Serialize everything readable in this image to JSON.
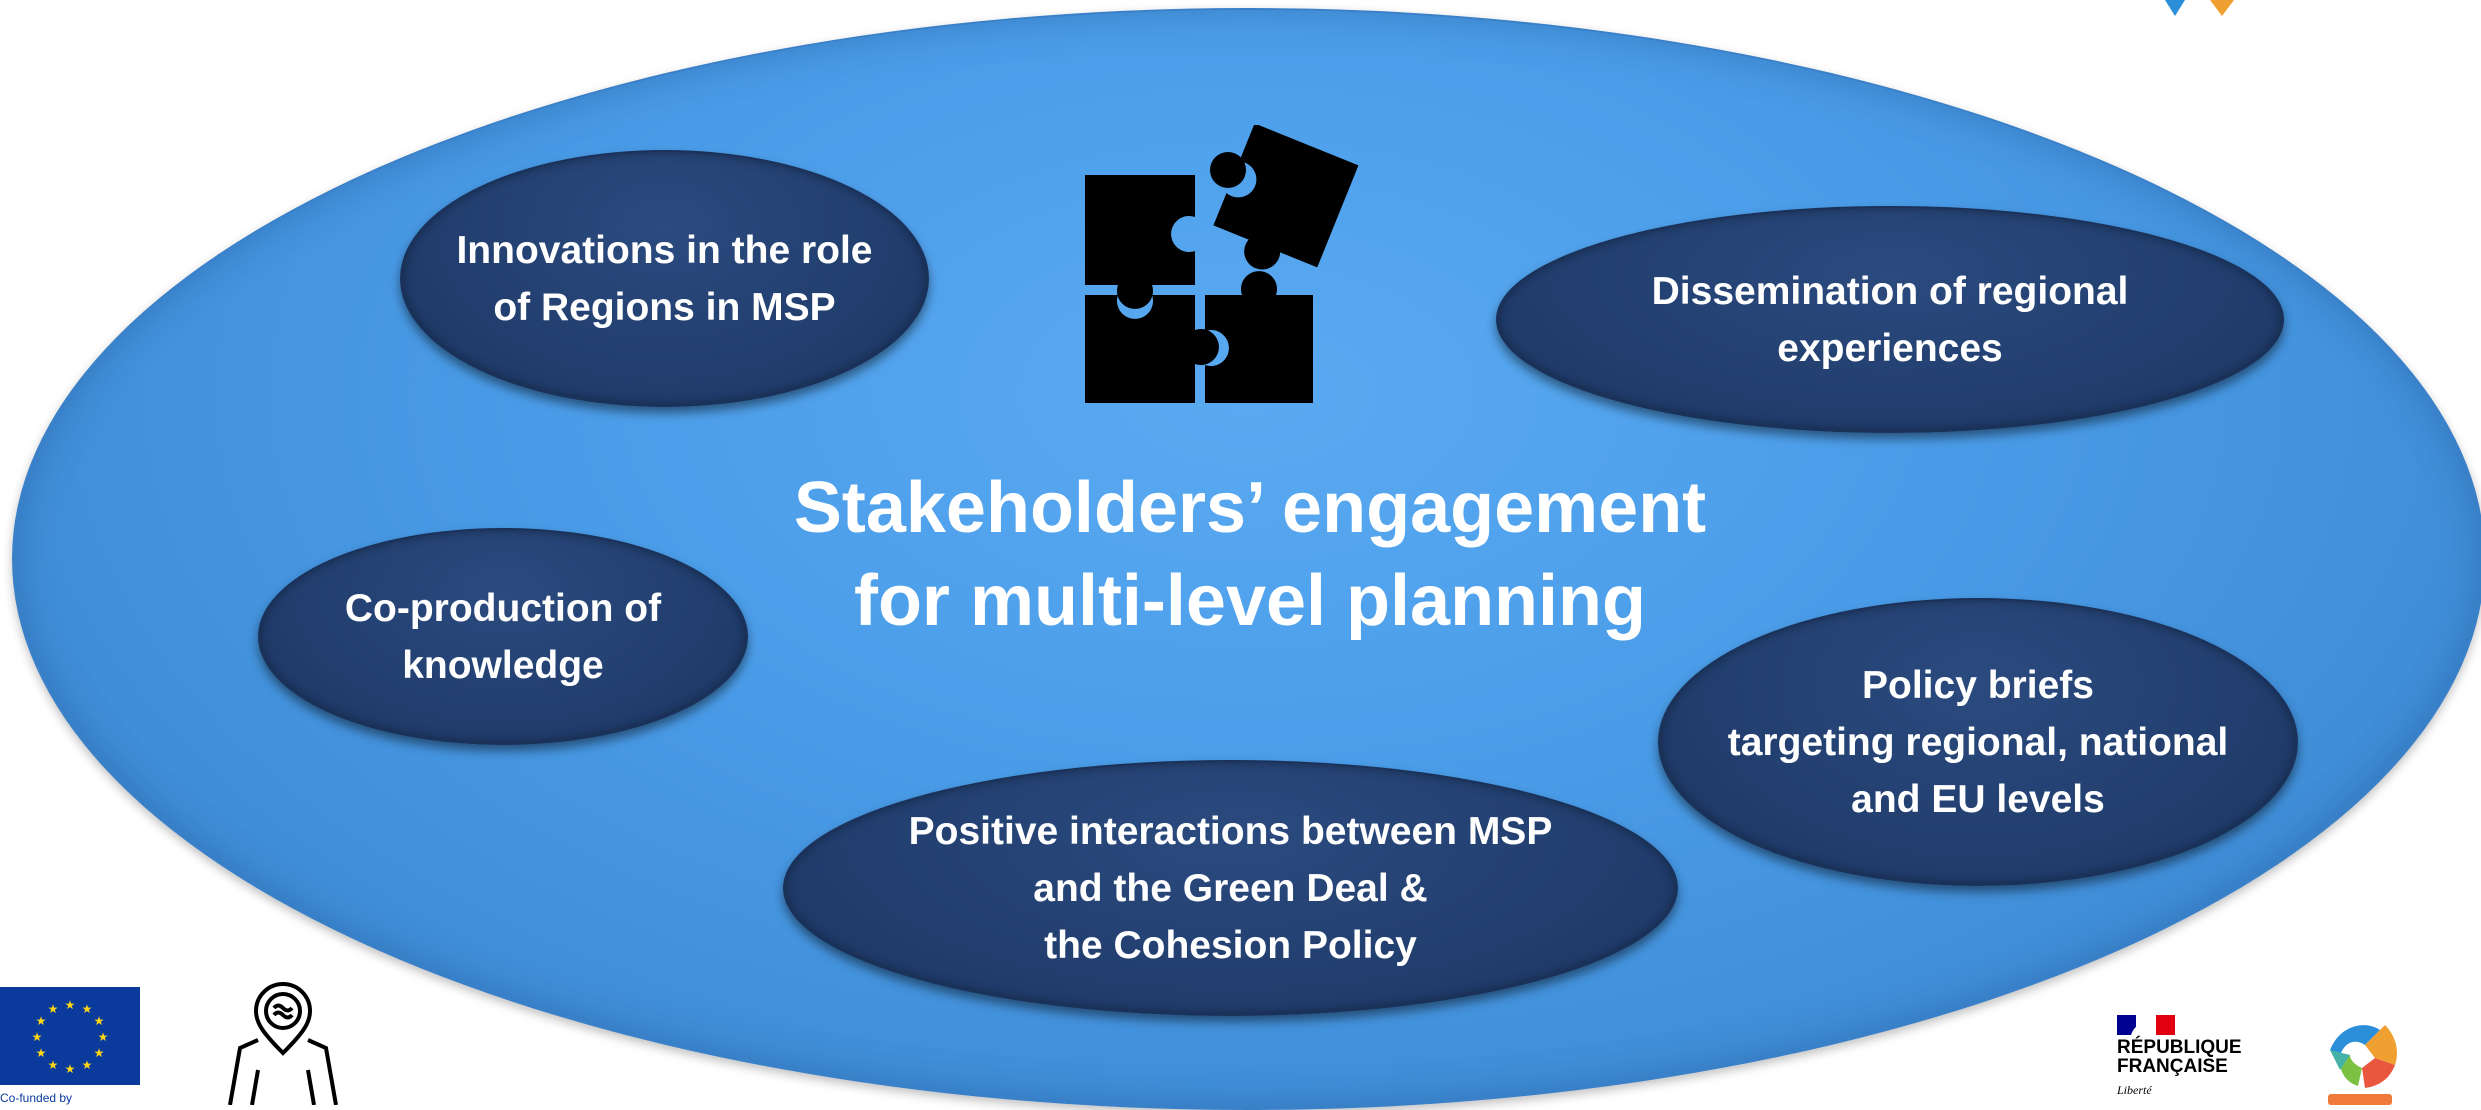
{
  "diagram": {
    "central_title": "Stakeholders’ engagement\nfor multi-level planning",
    "nodes": [
      {
        "id": "e1",
        "label": "Innovations in the role\nof Regions in MSP"
      },
      {
        "id": "e2",
        "label": "Dissemination of regional\nexperiences"
      },
      {
        "id": "e3",
        "label": "Co-production of\nknowledge"
      },
      {
        "id": "e4",
        "label": "Policy briefs\ntargeting regional, national\nand EU levels"
      },
      {
        "id": "e5",
        "label": "Positive interactions between MSP\nand the Green Deal &\nthe Cohesion Policy"
      }
    ]
  },
  "logos": {
    "eu_caption": "Co-funded by",
    "republique_francaise": "RÉPUBLIQUE\nFRANÇAISE",
    "motto": "Liberté"
  },
  "colors": {
    "main_ellipse": "#4a9ce8",
    "node_fill": "#213e6e",
    "text": "#ffffff"
  },
  "icons": [
    "puzzle-pieces-icon",
    "location-pin-person-icon",
    "eu-flag-icon",
    "marianne-flag-icon",
    "cerema-logo-icon"
  ]
}
